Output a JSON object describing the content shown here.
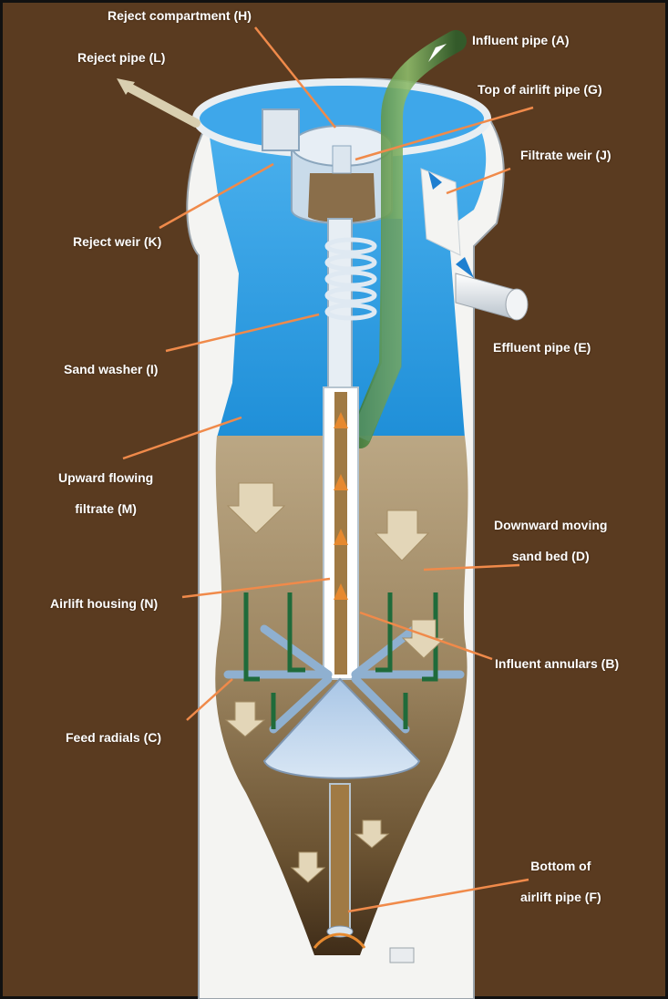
{
  "diagram": {
    "labels": {
      "reject_compartment": "Reject compartment (H)",
      "reject_pipe": "Reject pipe (L)",
      "influent_pipe": "Influent pipe (A)",
      "top_of_airlift_pipe": "Top of airlift pipe (G)",
      "filtrate_weir": "Filtrate weir (J)",
      "reject_weir": "Reject weir (K)",
      "effluent_pipe": "Effluent pipe (E)",
      "sand_washer": "Sand washer (I)",
      "upward_flowing_filtrate": [
        "Upward flowing",
        "filtrate (M)"
      ],
      "downward_moving_sand_bed": [
        "Downward moving",
        "sand bed (D)"
      ],
      "airlift_housing": "Airlift housing (N)",
      "influent_annulars": "Influent annulars (B)",
      "feed_radials": "Feed radials (C)",
      "bottom_of_airlift_pipe": [
        "Bottom of",
        "airlift pipe (F)"
      ]
    },
    "colors": {
      "background": "#5a3b20",
      "water": "#2d9be0",
      "sand": "#b8a27c",
      "vessel_wall": "#f4f4f2",
      "leader_line": "#f08a4a",
      "feed_pipe": "#1f6b3a",
      "arrow": "#e9dcc0"
    }
  }
}
